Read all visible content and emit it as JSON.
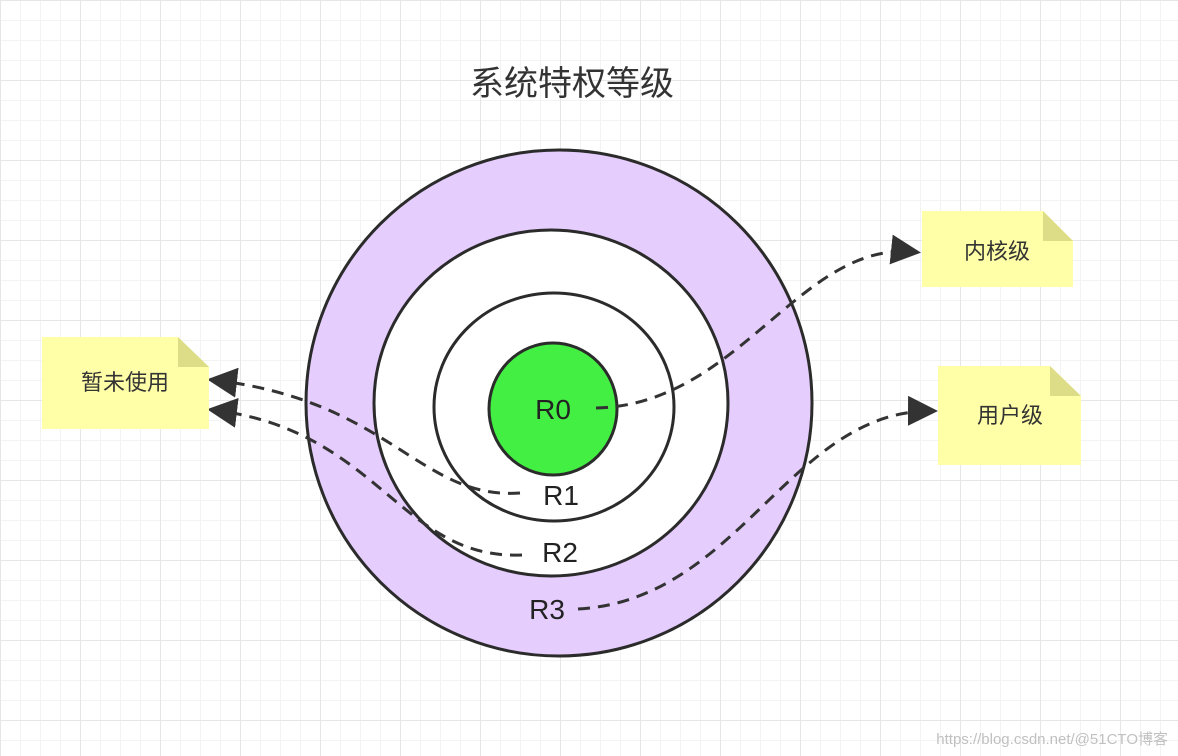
{
  "title": "系统特权等级",
  "rings": [
    {
      "label": "R3",
      "fill": "#e5cdfd"
    },
    {
      "label": "R2",
      "fill": "#ffffff"
    },
    {
      "label": "R1",
      "fill": "#ffffff"
    },
    {
      "label": "R0",
      "fill": "#44ef44"
    }
  ],
  "notes": {
    "kernel": "内核级",
    "user": "用户级",
    "unused": "暂未使用"
  },
  "watermark": "https://blog.csdn.net/@51CTO博客",
  "colors": {
    "note": "#ffffa8",
    "note_fold": "#dddd88",
    "outline": "#2b2b2b"
  }
}
